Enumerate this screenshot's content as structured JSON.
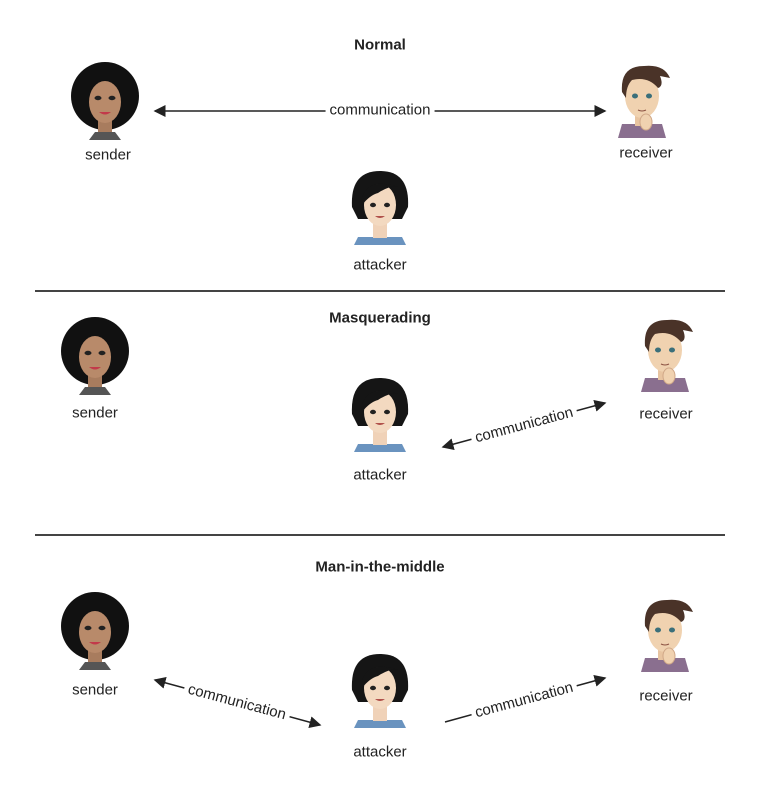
{
  "sections": [
    {
      "title": "Normal",
      "sender": "sender",
      "receiver": "receiver",
      "attacker": "attacker",
      "arrow_label": "communication"
    },
    {
      "title": "Masquerading",
      "sender": "sender",
      "receiver": "receiver",
      "attacker": "attacker",
      "arrow_label": "communication"
    },
    {
      "title": "Man-in-the-middle",
      "sender": "sender",
      "receiver": "receiver",
      "attacker": "attacker",
      "arrow_label_left": "communication",
      "arrow_label_right": "communication"
    }
  ],
  "colors": {
    "sender_hair": "#111111",
    "sender_skin": "#b88a6a",
    "receiver_hair": "#4a3328",
    "receiver_skin": "#f0d2b0",
    "receiver_shirt": "#8a6f8f",
    "attacker_hair": "#151515",
    "attacker_skin": "#f3d9c0",
    "attacker_shirt": "#6a93bf"
  }
}
